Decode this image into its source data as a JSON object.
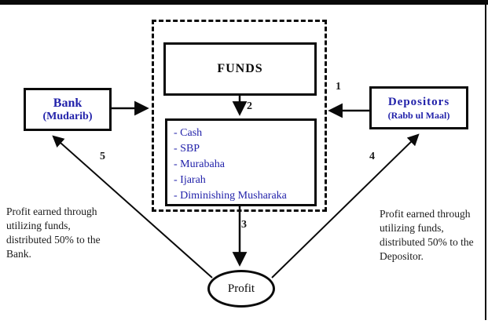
{
  "diagram": {
    "nodes": {
      "bank": {
        "title": "Bank",
        "subtitle": "(Mudarib)"
      },
      "depositors": {
        "title": "Depositors",
        "subtitle": "(Rabb ul Maal)"
      },
      "funds": {
        "title": "FUNDS"
      },
      "instruments": {
        "items": [
          "- Cash",
          "- SBP",
          "- Murabaha",
          "- Ijarah",
          "- Diminishing Musharaka"
        ]
      },
      "profit": {
        "title": "Profit"
      }
    },
    "steps": {
      "s1": "1",
      "s2": "2",
      "s3": "3",
      "s4": "4",
      "s5": "5"
    },
    "notes": {
      "left_lines": [
        "Profit earned through",
        "utilizing funds,",
        "distributed 50% to the",
        "Bank."
      ],
      "right_lines": [
        "Profit earned through",
        "utilizing funds,",
        "distributed 50% to the",
        "Depositor."
      ]
    },
    "colors": {
      "node_text": "#2222aa",
      "line": "#0a0a0a",
      "background": "#ffffff"
    }
  }
}
